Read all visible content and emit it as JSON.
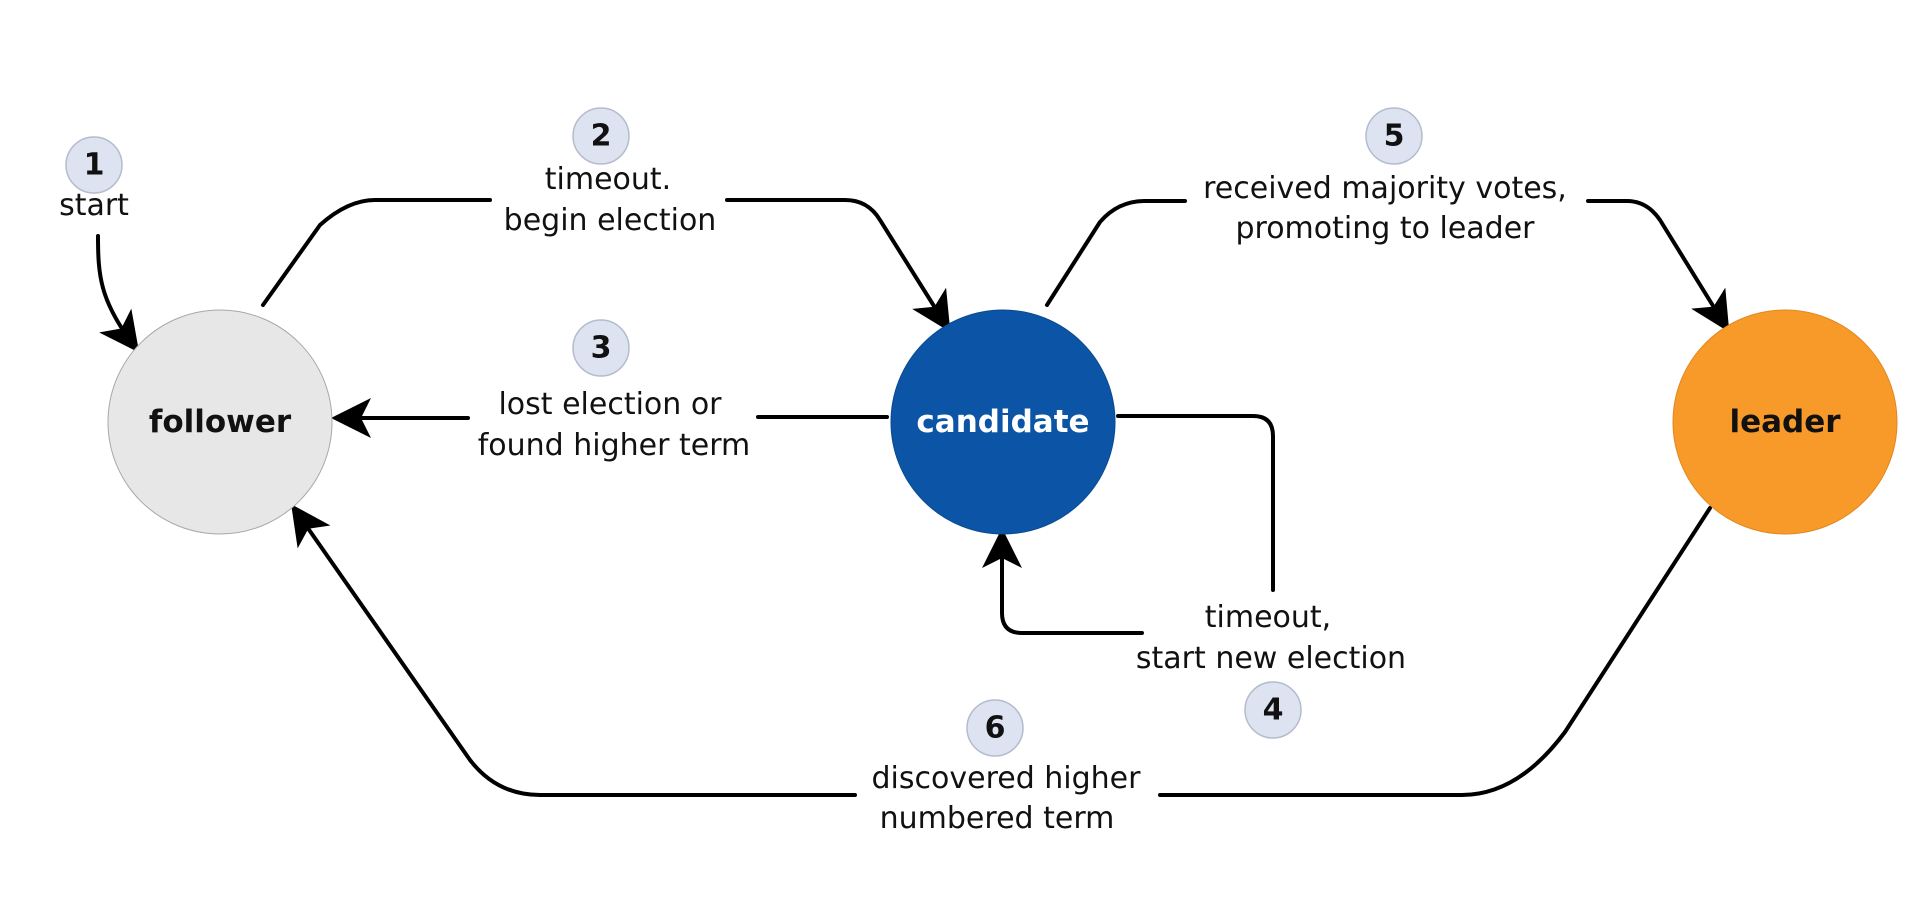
{
  "colors": {
    "follower_fill": "#e6e7e6",
    "candidate_fill": "#0c54a5",
    "leader_fill": "#f79a29",
    "badge_fill": "#dde3f1",
    "edge": "#000000"
  },
  "nodes": {
    "follower": {
      "label": "follower"
    },
    "candidate": {
      "label": "candidate"
    },
    "leader": {
      "label": "leader"
    }
  },
  "transitions": [
    {
      "step": "1",
      "line1": "start",
      "line2": ""
    },
    {
      "step": "2",
      "line1": "timeout.",
      "line2": "begin election"
    },
    {
      "step": "3",
      "line1": "lost election or",
      "line2": "found higher term"
    },
    {
      "step": "4",
      "line1": "timeout,",
      "line2": "start new election"
    },
    {
      "step": "5",
      "line1": "received majority votes,",
      "line2": "promoting to leader"
    },
    {
      "step": "6",
      "line1": "discovered higher",
      "line2": "numbered term"
    }
  ]
}
